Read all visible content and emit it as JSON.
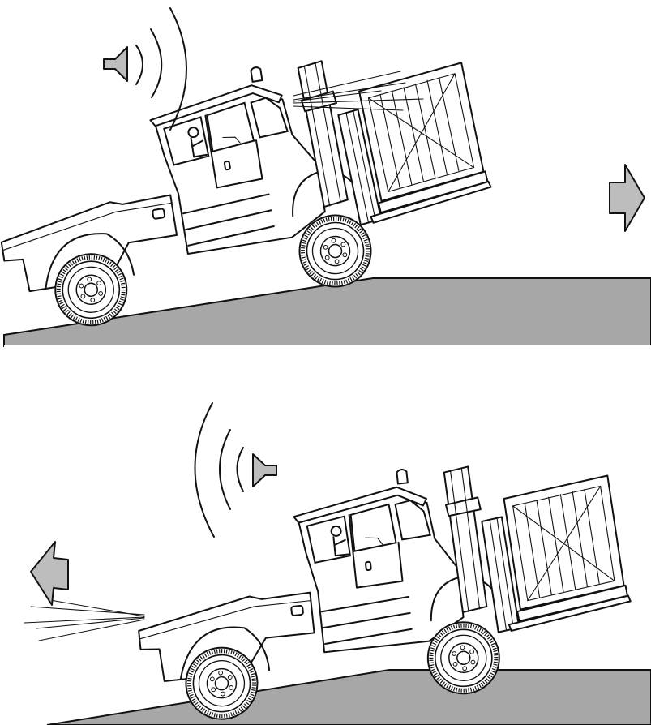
{
  "colors": {
    "ground": "#a7a7a7",
    "arrow": "#bdbdbd",
    "outline": "#111111",
    "background": "#ffffff"
  },
  "icons": {
    "sound": "speaker-icon",
    "direction": "arrow-icon",
    "light": "beacon-light-icon"
  },
  "panels": [
    {
      "name": "top",
      "direction": "forward-uphill",
      "arrow": "right",
      "horn_side": "left"
    },
    {
      "name": "bottom",
      "direction": "reverse-downhill",
      "arrow": "left",
      "horn_side": "above"
    }
  ]
}
